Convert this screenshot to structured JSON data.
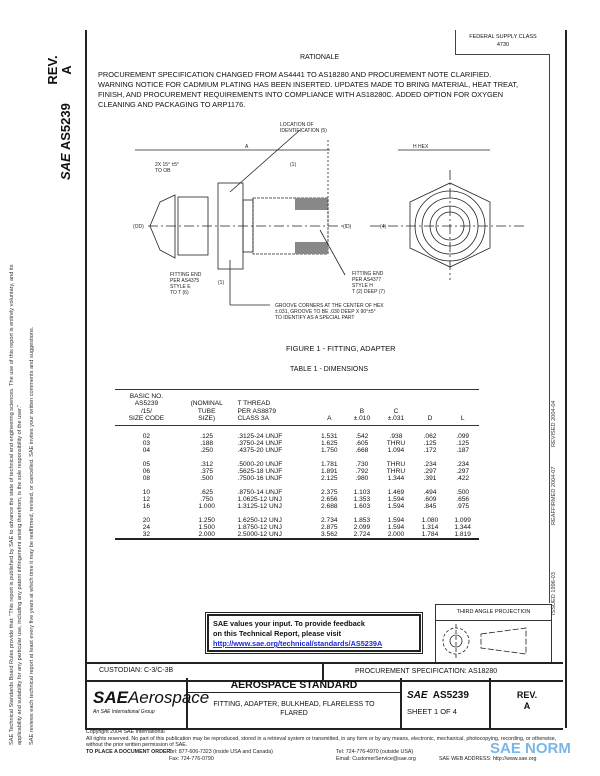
{
  "header": {
    "federal_supply_class": "FEDERAL SUPPLY CLASS",
    "fsc_number": "4730",
    "rationale_title": "RATIONALE",
    "rationale_text": "PROCUREMENT SPECIFICATION CHANGED FROM AS4441 TO AS18280 AND PROCUREMENT NOTE CLARIFIED. WARNING NOTICE FOR CADMIUM PLATING HAS BEEN INSERTED. UPDATES MADE TO BRING MATERIAL, HEAT TREAT, FINISH, AND PROCUREMENT REQUIREMENTS INTO COMPLIANCE WITH AS18280C. ADDED OPTION FOR OXYGEN CLEANING AND PACKAGING TO ARP1176."
  },
  "side": {
    "rev_label": "REV.",
    "rev_value": "A",
    "sae": "SAE",
    "doc_number": "AS5239",
    "disclaimer1": "SAE Technical Standards Board Rules provide that: \"This report is published by SAE to advance the state of technical and engineering sciences. The use of this report is entirely voluntary, and its applicability and suitability for any particular use, including any patent infringement arising therefrom, is the sole responsibility of the user.\"",
    "disclaimer2": "SAE reviews each technical report at least every five years at which time it may be reaffirmed, revised, or cancelled. SAE invites your written comments and suggestions.",
    "dates": [
      "ISSUED 1996-03",
      "REAFFIRMED 2004-07",
      "REVISED 2004-04"
    ]
  },
  "figure": {
    "caption": "FIGURE 1 - FITTING, ADAPTER",
    "labels": {
      "location": "LOCATION OF",
      "identification": "IDENTIFICATION (5)",
      "a": "A",
      "h_hex": "H HEX",
      "chamfer1": "2X 15° ±5°",
      "chamfer2": "TO OB",
      "note1": "(1)",
      "note1b": "(1)",
      "fitting_end_left": [
        "FITTING END",
        "PER AS4375",
        "STYLE E",
        "TO T (6)"
      ],
      "fitting_end_right": [
        "FITTING END",
        "PER AS4377",
        "STYLE H",
        "T (2) DEEP (7)"
      ],
      "groove": [
        "GROOVE CORNERS AT THE CENTER OF HEX",
        "±.031, GROOVE TO BE .030 DEEP X 90°±5°",
        "TO IDENTIFY AS A SPECIAL PART"
      ],
      "od": "(OD)",
      "id": "(ID)",
      "hex": "(4)"
    }
  },
  "table": {
    "caption": "TABLE 1 - DIMENSIONS",
    "headers": [
      [
        "BASIC NO.",
        "AS5239",
        "/15/",
        "SIZE CODE"
      ],
      [
        "(NOMINAL",
        "TUBE",
        "SIZE)"
      ],
      [
        "T THREAD",
        "PER AS8879",
        "CLASS 3A"
      ],
      [
        "A"
      ],
      [
        "B",
        "±.010"
      ],
      [
        "C",
        "±.031"
      ],
      [
        "D"
      ],
      [
        "L"
      ]
    ],
    "rows": [
      [
        "02",
        ".125",
        ".3125-24 UNJF",
        "1.531",
        ".542",
        ".938",
        ".062",
        ".099"
      ],
      [
        "03",
        ".188",
        ".3750-24 UNJF",
        "1.625",
        ".605",
        "THRU",
        ".125",
        ".125"
      ],
      [
        "04",
        ".250",
        ".4375-20 UNJF",
        "1.750",
        ".668",
        "1.094",
        ".172",
        ".187"
      ],
      [
        "05",
        ".312",
        ".5000-20 UNJF",
        "1.781",
        ".730",
        "THRU",
        ".234",
        ".234"
      ],
      [
        "06",
        ".375",
        ".5625-18 UNJF",
        "1.891",
        ".792",
        "THRU",
        ".297",
        ".297"
      ],
      [
        "08",
        ".500",
        ".7500-16 UNJF",
        "2.125",
        ".980",
        "1.344",
        ".391",
        ".422"
      ],
      [
        "10",
        ".625",
        ".8750-14 UNJF",
        "2.375",
        "1.103",
        "1.469",
        ".494",
        ".500"
      ],
      [
        "12",
        ".750",
        "1.0625-12 UNJ",
        "2.656",
        "1.353",
        "1.594",
        ".609",
        ".656"
      ],
      [
        "16",
        "1.000",
        "1.3125-12 UNJ",
        "2.688",
        "1.603",
        "1.594",
        ".845",
        ".975"
      ],
      [
        "20",
        "1.250",
        "1.6250-12 UNJ",
        "2.734",
        "1.853",
        "1.594",
        "1.080",
        "1.099"
      ],
      [
        "24",
        "1.500",
        "1.8750-12 UNJ",
        "2.875",
        "2.099",
        "1.594",
        "1.314",
        "1.344"
      ],
      [
        "32",
        "2.000",
        "2.5000-12 UNJ",
        "3.562",
        "2.724",
        "2.000",
        "1.784",
        "1.819"
      ]
    ]
  },
  "feedback": {
    "line1": "SAE values your input. To provide feedback",
    "line2": "on this Technical Report, please visit",
    "link": "http://www.sae.org/technical/standards/AS5239A"
  },
  "projection": {
    "title": "THIRD ANGLE PROJECTION"
  },
  "title_block": {
    "custodian": "CUSTODIAN: C-3/C-3B",
    "procurement": "PROCUREMENT SPECIFICATION: AS18280",
    "logo_sae": "SAE",
    "logo_aero": "Aerospace",
    "logo_sub": "An SAE International Group",
    "std_title": "AEROSPACE STANDARD",
    "part_title": "FITTING, ADAPTER, BULKHEAD, FLARELESS TO FLARED",
    "doc_sae": "SAE",
    "doc_number": "AS5239",
    "sheet": "SHEET 1 OF 4",
    "rev_label": "REV.",
    "rev_value": "A"
  },
  "footer": {
    "copyright": "Copyright 2004 SAE International",
    "rights": "All rights reserved. No part of this publication may be reproduced, stored in a retrieval system or transmitted, in any form or by any means, electronic, mechanical, photocopying, recording, or otherwise, without the prior written permission of SAE.",
    "order": "TO PLACE A DOCUMENT ORDER:",
    "tel1": "Tel: 877-606-7323 (inside USA and Canada)",
    "fax": "Fax: 724-776-0790",
    "tel2": "Tel: 724-776-4970 (outside USA)",
    "email": "Email: CustomerService@sae.org",
    "web": "SAE WEB ADDRESS: http://www.sae.org",
    "watermark": "SAE NORM"
  }
}
